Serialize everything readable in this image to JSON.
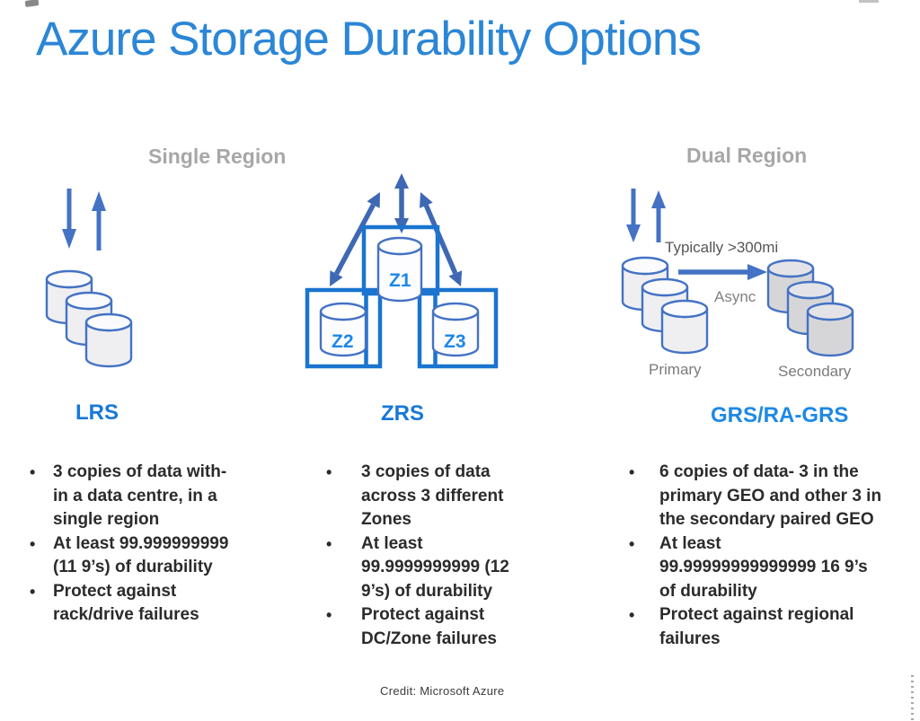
{
  "title": "Azure Storage Durability Options",
  "credit": "Credit: Microsoft Azure",
  "colors": {
    "title-blue": "#2B86D6",
    "label-blue": "#1878D8",
    "grs-blue": "#1E88E5",
    "header-gray": "#A7A7A7",
    "body-text": "#2B2B2B",
    "muted-gray": "#7B7B7B",
    "diagram-blue": "#4472C4",
    "box-blue": "#1A74D0",
    "arrow-blue": "#3E68B4",
    "zone-label-blue": "#1E88E5"
  },
  "regions": {
    "single": {
      "header": "Single Region"
    },
    "dual": {
      "header": "Dual Region"
    }
  },
  "columns": [
    {
      "label": "LRS",
      "bullets": [
        "3 copies of data with-\nin a data centre, in a\nsingle region",
        "At least 99.999999999\n(11 9’s) of durability",
        "Protect against\nrack/drive failures"
      ]
    },
    {
      "label": "ZRS",
      "zones": [
        "Z1",
        "Z2",
        "Z3"
      ],
      "bullets": [
        "3 copies of data\nacross 3 different\nZones",
        "At least\n99.9999999999 (12\n9’s) of durability",
        "Protect against\nDC/Zone failures"
      ]
    },
    {
      "label": "GRS/RA-GRS",
      "annotations": {
        "distance": "Typically >300mi",
        "mode": "Async",
        "primary": "Primary",
        "secondary": "Secondary"
      },
      "bullets": [
        "6 copies of data- 3 in the\nprimary GEO and other 3 in\nthe secondary paired GEO",
        "At least\n99.99999999999999 16 9’s\nof durability",
        "Protect against regional\nfailures"
      ]
    }
  ]
}
